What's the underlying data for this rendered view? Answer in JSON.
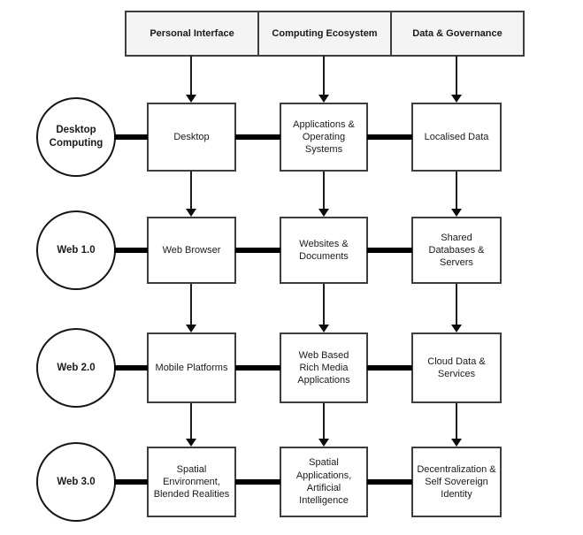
{
  "diagram": {
    "columns": [
      {
        "label": "Personal Interface"
      },
      {
        "label": "Computing Ecosystem"
      },
      {
        "label": "Data & Governance"
      }
    ],
    "rows": [
      {
        "era": "Desktop\nComputing",
        "cells": [
          "Desktop",
          "Applications &\nOperating\nSystems",
          "Localised Data"
        ]
      },
      {
        "era": "Web 1.0",
        "cells": [
          "Web Browser",
          "Websites &\nDocuments",
          "Shared\nDatabases &\nServers"
        ]
      },
      {
        "era": "Web 2.0",
        "cells": [
          "Mobile Platforms",
          "Web Based\nRich Media\nApplications",
          "Cloud Data &\nServices"
        ]
      },
      {
        "era": "Web 3.0",
        "cells": [
          "Spatial\nEnvironment,\nBlended Realities",
          "Spatial\nApplications,\nArtificial\nIntelligence",
          "Decentralization &\nSelf Sovereign\nIdentity"
        ]
      }
    ],
    "colors": {
      "background": "#ffffff",
      "header_fill": "#f4f4f4",
      "box_fill": "#ffffff",
      "border": "#3d3d3d",
      "connector": "#000000"
    }
  }
}
